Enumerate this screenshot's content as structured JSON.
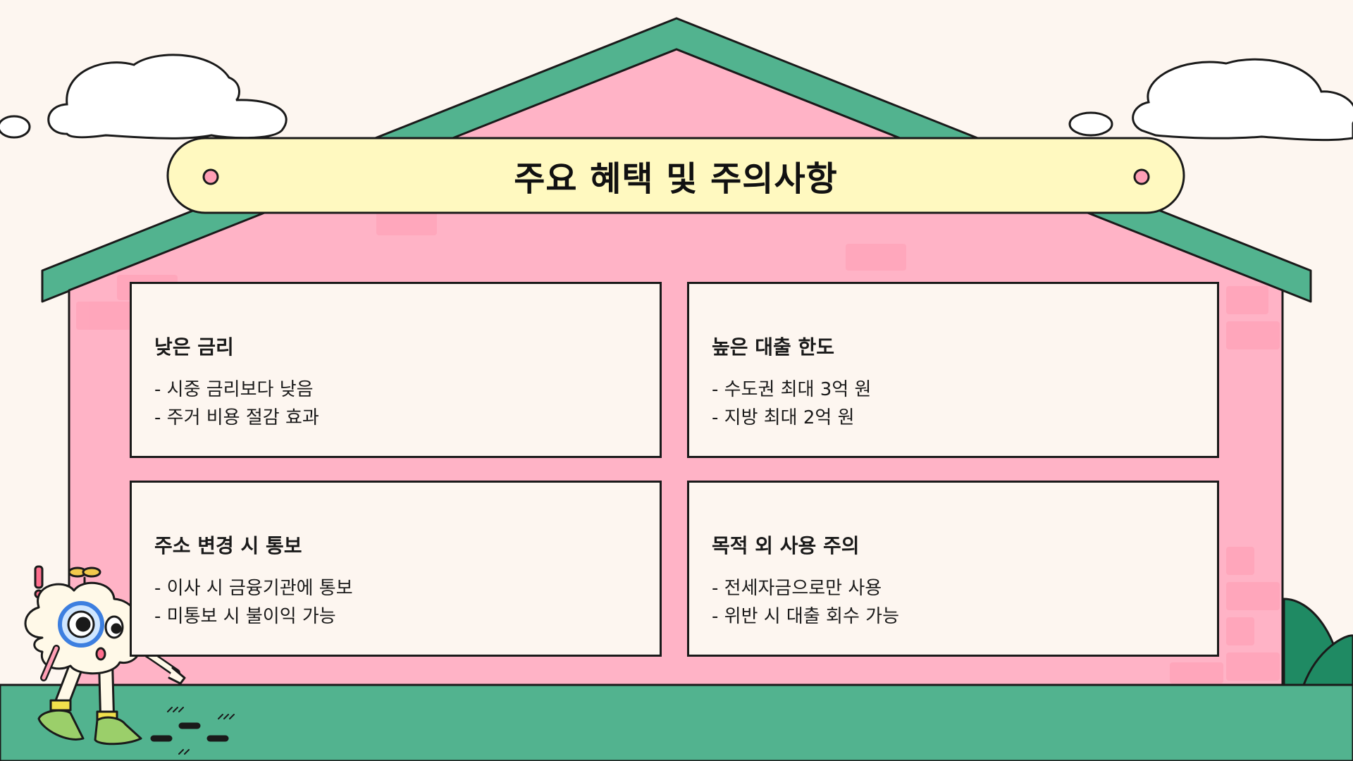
{
  "title": "주요 혜택 및 주의사항",
  "colors": {
    "background": "#fdf6f0",
    "house": "#ffb3c6",
    "roof": "#52b38f",
    "ground": "#52b38f",
    "banner": "#fff9c0",
    "card": "#fdf6f0",
    "outline": "#1a1a1a"
  },
  "cards": [
    {
      "title": "낮은 금리",
      "lines": [
        "- 시중 금리보다 낮음",
        "- 주거 비용 절감 효과"
      ]
    },
    {
      "title": "높은 대출 한도",
      "lines": [
        "- 수도권 최대 3억 원",
        "- 지방 최대 2억 원"
      ]
    },
    {
      "title": "주소 변경 시 통보",
      "lines": [
        "- 이사 시 금융기관에 통보",
        "- 미통보 시 불이익 가능"
      ]
    },
    {
      "title": "목적 외 사용 주의",
      "lines": [
        "- 전세자금으로만 사용",
        "- 위반 시 대출 회수 가능"
      ]
    }
  ],
  "decorations": {
    "character": "cloud-detective-with-magnifier",
    "exclamation_icon": "exclamation-icon"
  }
}
